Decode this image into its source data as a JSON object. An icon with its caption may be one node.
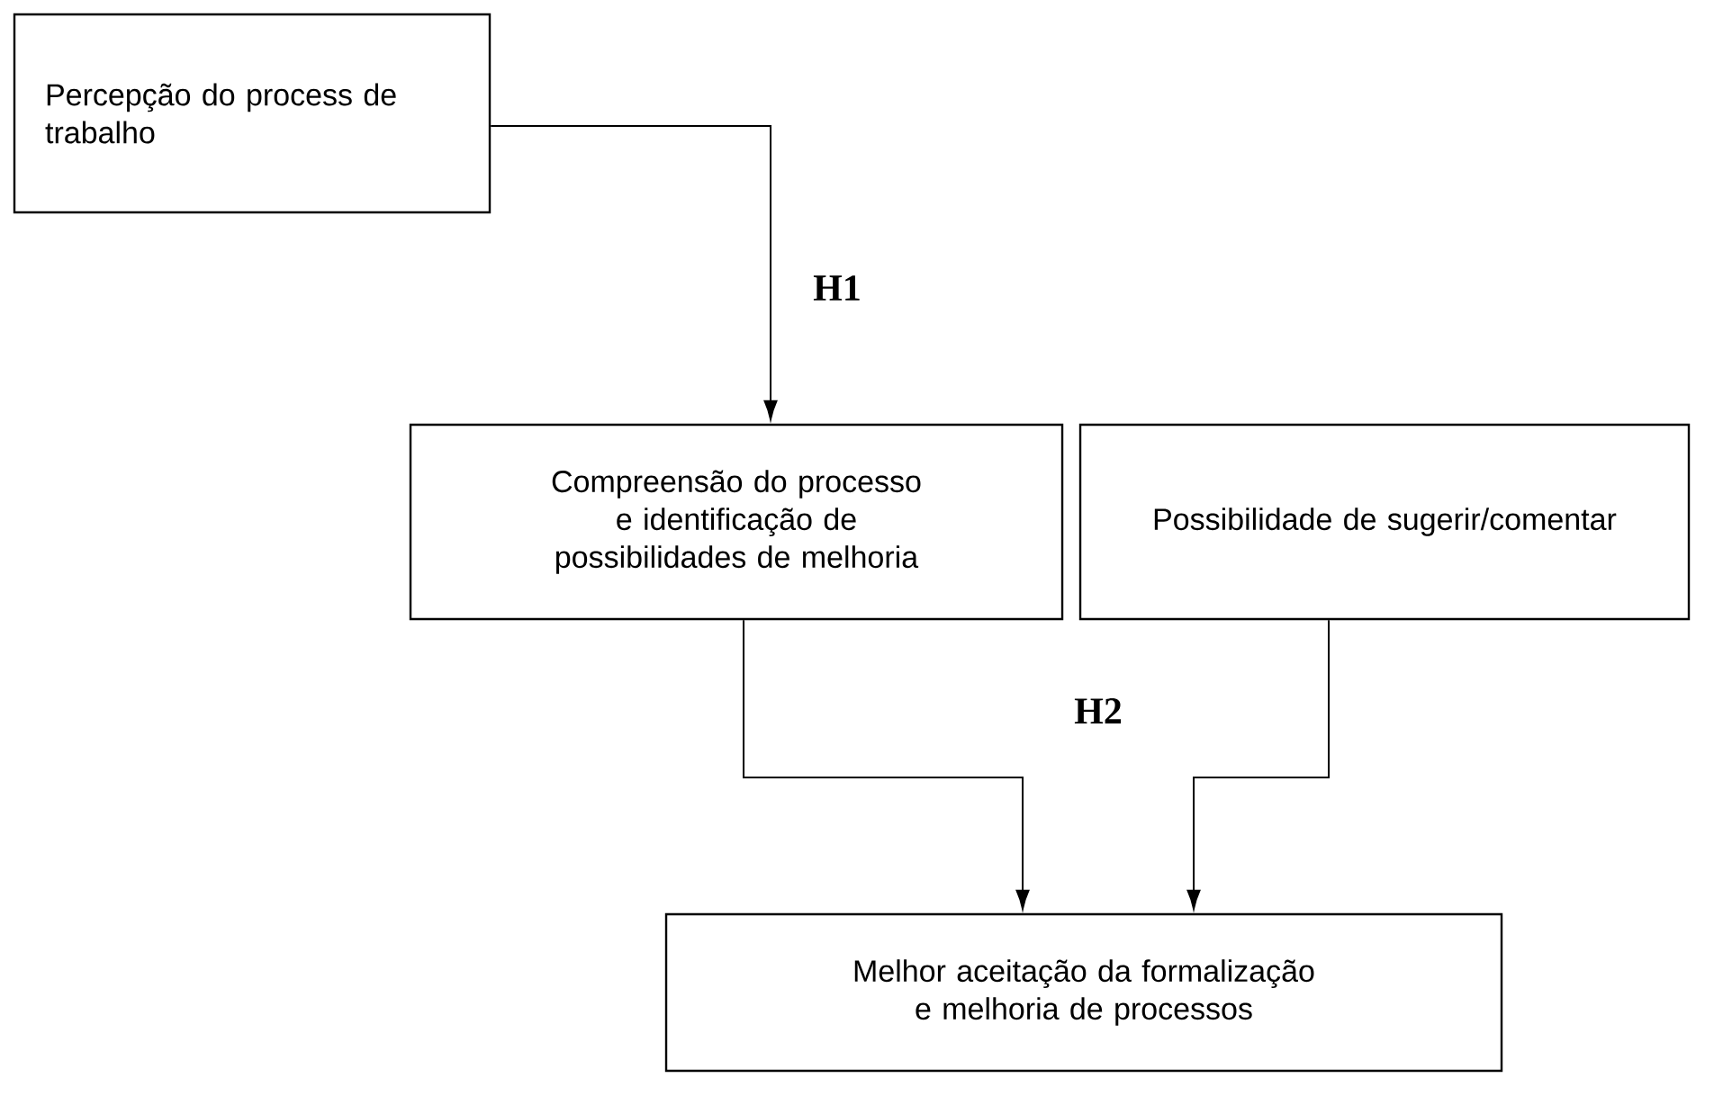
{
  "diagram": {
    "nodes": [
      {
        "text": [
          "Percepção do process de trabalho"
        ]
      },
      {
        "text": [
          "Compreensão do processo e identificação de possibilidades de melhoria"
        ]
      },
      {
        "text": [
          "Possibilidade de sugerir/comentar"
        ]
      },
      {
        "text": [
          "Melhor aceitação da formalização e melhoria de processos"
        ]
      }
    ],
    "edges": [
      {
        "from": 0,
        "to": 1,
        "arrow": "to",
        "label": "H1"
      },
      {
        "from": 1,
        "to": 3,
        "arrow": "to"
      },
      {
        "from": 2,
        "to": 3,
        "arrow": "to"
      }
    ],
    "labels": [
      "H2"
    ]
  }
}
